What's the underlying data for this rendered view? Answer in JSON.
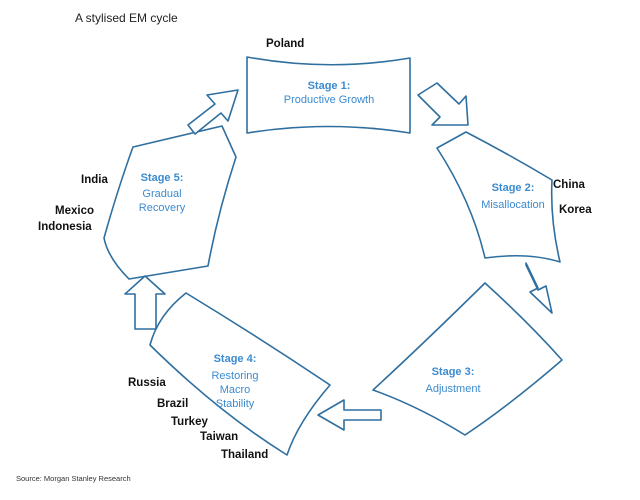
{
  "title": "A stylised EM cycle",
  "source": "Source: Morgan Stanley Research",
  "stages": [
    {
      "name": "Stage 1:",
      "desc": [
        "Productive Growth"
      ]
    },
    {
      "name": "Stage 2:",
      "desc": [
        "Misallocation"
      ]
    },
    {
      "name": "Stage 3:",
      "desc": [
        "Adjustment"
      ]
    },
    {
      "name": "Stage 4:",
      "desc": [
        "Restoring",
        "Macro",
        "Stability"
      ]
    },
    {
      "name": "Stage 5:",
      "desc": [
        "Gradual",
        "Recovery"
      ]
    }
  ],
  "countries": {
    "stage1": [
      "Poland"
    ],
    "stage2": [
      "China",
      "Korea"
    ],
    "stage4": [
      "Russia",
      "Brazil",
      "Turkey",
      "Taiwan",
      "Thailand"
    ],
    "stage5": [
      "India",
      "Mexico",
      "Indonesia"
    ]
  },
  "colors": {
    "stage_text": "#3b8bd0",
    "outline": "#2f6f9f"
  }
}
